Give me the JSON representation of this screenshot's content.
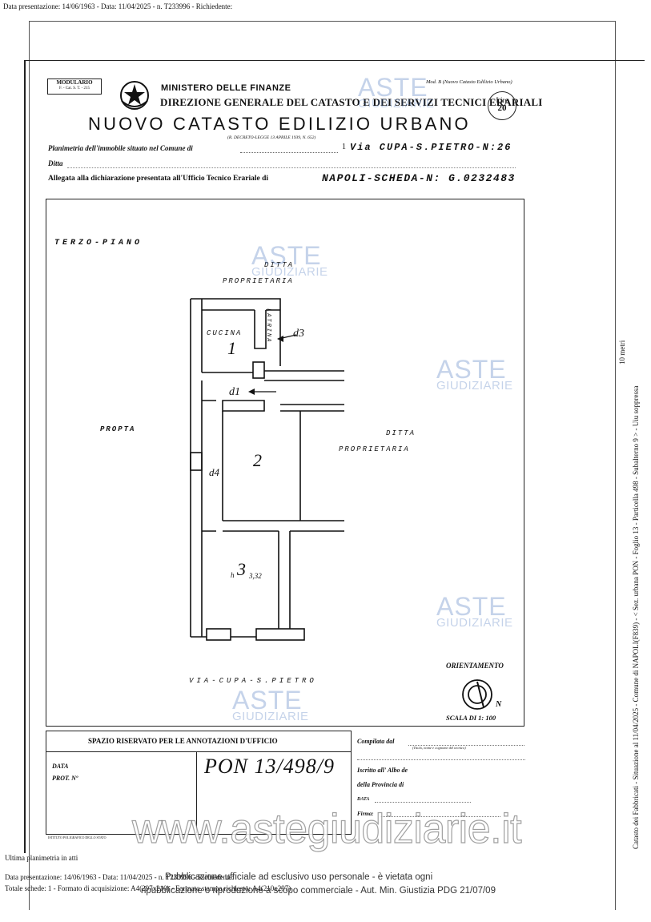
{
  "header_line": "Data presentazione: 14/06/1963 - Data: 11/04/2025 - n. T233996 - Richiedente:",
  "side_note": "Catasto dei Fabbricati - Situazione al 11/04/2025 - Comune di NAPOLI(F839) - < Sez. urbana PON - Foglio 13 - Particella 498 - Subalterno 9 > - Uiu soppressa",
  "scale_note": "10 metri",
  "form": {
    "modulario_title": "MODULARIO",
    "modulario_code": "F. - Cat. S. T. - 215",
    "ministry": "MINISTERO DELLE FINANZE",
    "directorate": "DIREZIONE GENERALE DEL CATASTO E DEI SERVIZI TECNICI ERARIALI",
    "model": "Mod. B (Nuovo Catasto Edilizio Urbano)",
    "title": "NUOVO CATASTO EDILIZIO URBANO",
    "decree": "(R. DECRETO-LEGGE 13 APRILE 1939, N. 652)",
    "stamp_line1": "Lire",
    "stamp_line2": "20",
    "planimetria_label": "Planimetria dell'immobile situato nel Comune di",
    "address_handwritten": "Via CUPA-S.PIETRO-N:26",
    "ditta_label": "Ditta",
    "allegata_label": "Allegata alla dichiarazione presentata all'Ufficio Tecnico Erariale di",
    "scheda_handwritten": "NAPOLI-SCHEDA-N: G.0232483"
  },
  "plan": {
    "floor": "TERZO-PIANO",
    "ditta_top_1": "DITTA",
    "ditta_top_2": "PROPRIETARIA",
    "cucina": "CUCINA",
    "latrina": "LATRINA",
    "room1": "1",
    "d3": "d3",
    "d1": "d1",
    "propta": "PROPTA",
    "ditta_right_1": "DITTA",
    "ditta_right_2": "PROPRIETARIA",
    "room2": "2",
    "d4": "d4",
    "h_label": "h",
    "room3": "3",
    "height": "3,32",
    "street": "VIA-CUPA-S.PIETRO",
    "orientamento": "ORIENTAMENTO",
    "north": "N",
    "scala": "SCALA DI 1: 100"
  },
  "office": {
    "title": "SPAZIO RISERVATO PER LE ANNOTAZIONI D'UFFICIO",
    "data_label": "DATA",
    "prot_label": "PROT. Nº",
    "annotation": "PON 13/498/9",
    "printer": "ISTITUTO POLIGRAFICO DELLO STATO",
    "compilata": "Compilata dal",
    "compilata_sub": "(Titolo, nome e cognome del tecnico)",
    "iscritto": "Iscritto all' Albo de",
    "provincia": "della Provincia di",
    "data2": "DATA",
    "firma": "Firma:"
  },
  "footer": {
    "ultima": "Ultima planimetria in atti",
    "line1": "Data presentazione: 14/06/1963 - Data: 11/04/2025 - n. T233996 - Richiedente:",
    "line2": "Totale schede: 1 - Formato di acquisizione: A4(297x210) - Formato stampa richiesto: A4(210x297)",
    "overlay1": "Pubblicazione ufficiale ad esclusivo uso personale - è vietata ogni",
    "overlay2": "ripubblicazione o riproduzione a scopo commerciale - Aut. Min. Giustizia PDG 21/07/09"
  },
  "watermark": {
    "brand": "ASTE",
    "brand_sub": "GIUDIZIARIE",
    "site": "www.astegiudiziarie.it"
  }
}
